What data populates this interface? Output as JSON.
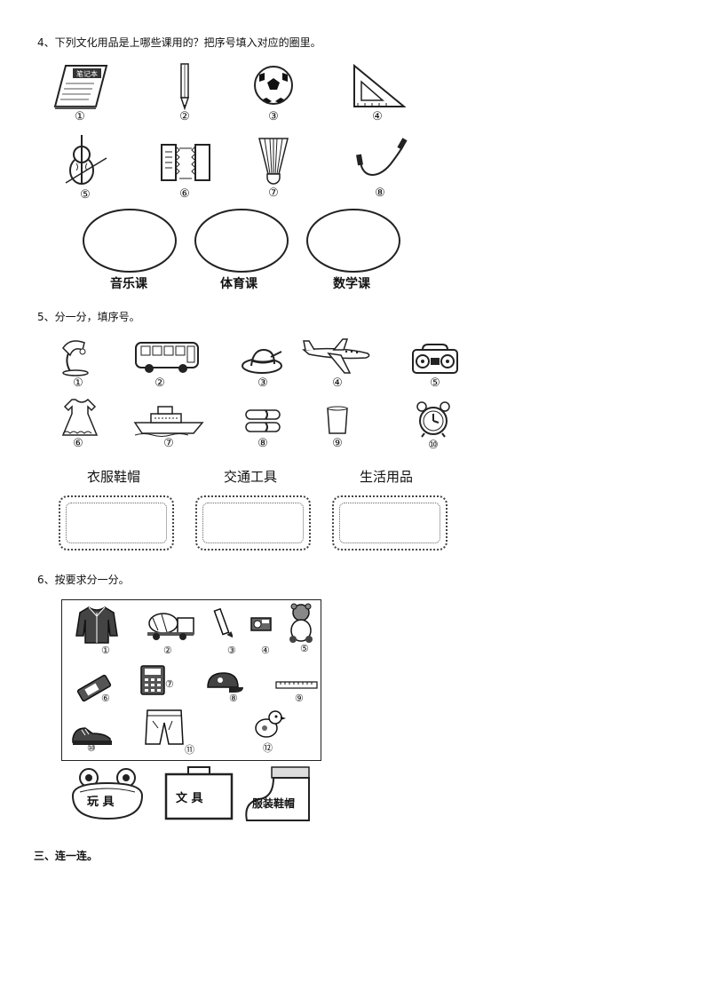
{
  "q4": {
    "text": "4、下列文化用品是上哪些课用的？把序号填入对应的圈里。",
    "items": [
      {
        "num": "①",
        "icon": "notebook-icon",
        "text": "笔记本"
      },
      {
        "num": "②",
        "icon": "pencil-icon"
      },
      {
        "num": "③",
        "icon": "football-icon"
      },
      {
        "num": "④",
        "icon": "set-square-icon"
      },
      {
        "num": "⑤",
        "icon": "cello-icon"
      },
      {
        "num": "⑥",
        "icon": "accordion-icon"
      },
      {
        "num": "⑦",
        "icon": "shuttlecock-icon"
      },
      {
        "num": "⑧",
        "icon": "jump-rope-icon"
      }
    ],
    "circles": [
      "音乐课",
      "体育课",
      "数学课"
    ]
  },
  "q5": {
    "text": "5、分一分，填序号。",
    "items": [
      {
        "num": "①",
        "icon": "desk-lamp-icon"
      },
      {
        "num": "②",
        "icon": "bus-icon"
      },
      {
        "num": "③",
        "icon": "hat-icon"
      },
      {
        "num": "④",
        "icon": "airplane-icon"
      },
      {
        "num": "⑤",
        "icon": "radio-icon"
      },
      {
        "num": "⑥",
        "icon": "dress-icon"
      },
      {
        "num": "⑦",
        "icon": "ship-icon"
      },
      {
        "num": "⑧",
        "icon": "slippers-icon"
      },
      {
        "num": "⑨",
        "icon": "cup-icon"
      },
      {
        "num": "⑩",
        "icon": "alarm-clock-icon"
      }
    ],
    "categories": [
      "衣服鞋帽",
      "交通工具",
      "生活用品"
    ]
  },
  "q6": {
    "text": "6、按要求分一分。",
    "items": [
      {
        "num": "①",
        "icon": "jacket-icon"
      },
      {
        "num": "②",
        "icon": "cement-truck-icon"
      },
      {
        "num": "③",
        "icon": "pen-icon"
      },
      {
        "num": "④",
        "icon": "sharpener-icon"
      },
      {
        "num": "⑤",
        "icon": "teddy-bear-icon"
      },
      {
        "num": "⑥",
        "icon": "eraser-icon"
      },
      {
        "num": "⑦",
        "icon": "calculator-icon"
      },
      {
        "num": "⑧",
        "icon": "cap-icon"
      },
      {
        "num": "⑨",
        "icon": "ruler-icon"
      },
      {
        "num": "⑩",
        "icon": "sneakers-icon"
      },
      {
        "num": "⑪",
        "icon": "shorts-icon"
      },
      {
        "num": "⑫",
        "icon": "toy-bird-icon"
      }
    ],
    "containers": [
      {
        "label": "玩 具",
        "icon": "frog-icon"
      },
      {
        "label": "文 具",
        "icon": "briefcase-icon"
      },
      {
        "label": "服装鞋帽",
        "icon": "boot-icon"
      }
    ]
  },
  "section3": {
    "title": "三、连一连。"
  }
}
